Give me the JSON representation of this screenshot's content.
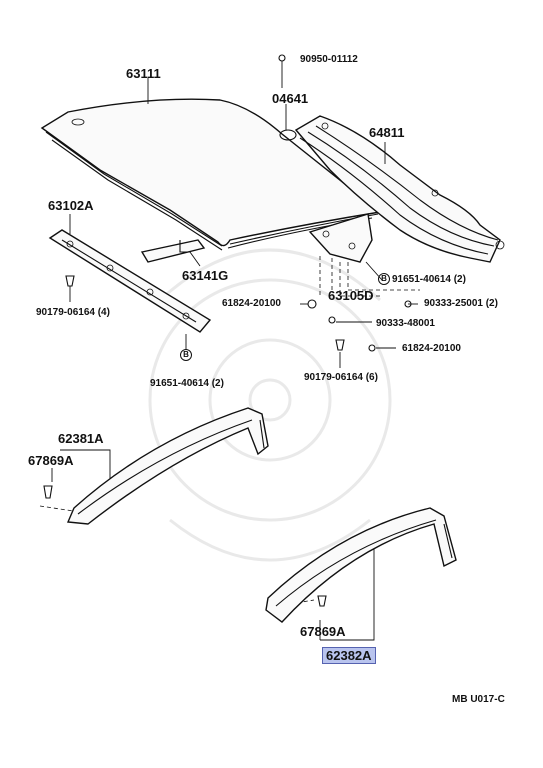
{
  "parts": {
    "p63111": "63111",
    "p90950": "90950-01112",
    "p04641": "04641",
    "p64811": "64811",
    "p63102A": "63102A",
    "p63141G": "63141G",
    "p91651_right": "91651-40614 (2)",
    "p61824_left": "61824-20100",
    "p63105D": "63105D",
    "p90333_25001": "90333-25001 (2)",
    "p90179_left": "90179-06164 (4)",
    "p90333_48001": "90333-48001",
    "p61824_right": "61824-20100",
    "p91651_left": "91651-40614 (2)",
    "p90179_right": "90179-06164 (6)",
    "p62381A": "62381A",
    "p67869A_left": "67869A",
    "p67869A_right": "67869A",
    "p62382A": "62382A"
  },
  "circle_marker": "B",
  "ref_code": "MB  U017-C",
  "highlight_color": "#b9c4ee"
}
